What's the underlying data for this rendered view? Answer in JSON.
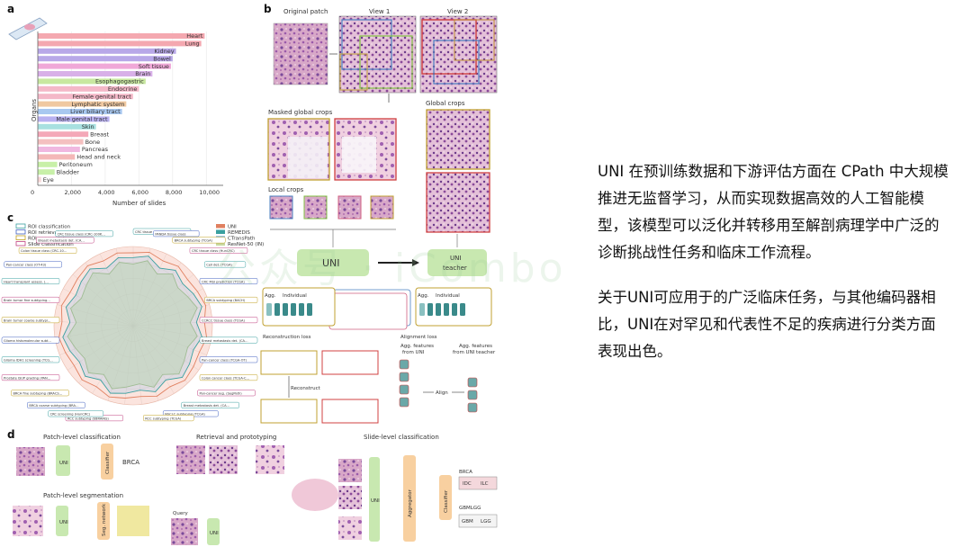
{
  "panels": {
    "a": "a",
    "b": "b",
    "c": "c",
    "d": "d"
  },
  "chart_data": {
    "type": "bar",
    "orientation": "horizontal",
    "categories": [
      "Heart",
      "Lung",
      "Kidney",
      "Bowel",
      "Soft tissue",
      "Brain",
      "Esophagogastric",
      "Endocrine",
      "Female genital tract",
      "Lymphatic system",
      "Liver biliary tract",
      "Male genital tract",
      "Skin",
      "Breast",
      "Bone",
      "Pancreas",
      "Head and neck",
      "Peritoneum",
      "Bladder",
      "Eye"
    ],
    "values": [
      9900,
      9700,
      8200,
      8000,
      7900,
      6800,
      6400,
      6000,
      5650,
      5250,
      5000,
      4250,
      3450,
      3000,
      2700,
      2500,
      2200,
      1150,
      1000,
      200
    ],
    "colors": [
      "#f4a8b0",
      "#f4a8b0",
      "#b8a8e8",
      "#b8a8e8",
      "#f0a8d8",
      "#d8b0e8",
      "#c8e8a0",
      "#f4b8c8",
      "#f4b8c8",
      "#f0c8a0",
      "#a8c8f0",
      "#b8b0f0",
      "#a8e0e0",
      "#f4a8b8",
      "#f4c0c0",
      "#f0b8e0",
      "#f4b8b8",
      "#c8f0a8",
      "#c8f0a8",
      "#f8d8d8"
    ],
    "xlabel": "Number of slides",
    "ylabel": "Organs",
    "xticks": [
      "0",
      "2,000",
      "4,000",
      "6,000",
      "8,000",
      "10,000"
    ],
    "xlim": [
      0,
      11000
    ]
  },
  "panel_b": {
    "original_patch": "Original patch",
    "view1": "View 1",
    "view2": "View 2",
    "masked_global_crops": "Masked global crops",
    "global_crops": "Global crops",
    "local_crops": "Local crops",
    "uni": "UNI",
    "uni_teacher_line1": "UNI",
    "uni_teacher_line2": "teacher",
    "agg": "Agg.",
    "individual": "Individual",
    "reconstruction_loss": "Reconstruction loss",
    "alignment_loss": "Alignment loss",
    "reconstruct": "Reconstruct",
    "agg_features_uni_l1": "Agg. features",
    "agg_features_uni_l2": "from UNI",
    "agg_features_teacher_l1": "Agg. features",
    "agg_features_teacher_l2": "from UNI teacher",
    "align": "Align"
  },
  "panel_c": {
    "legend_left": [
      "ROI classification",
      "ROI retrieval",
      "ROI segmentation",
      "Slide classification"
    ],
    "legend_left_colors": [
      "#3aa0a0",
      "#4060c0",
      "#c0a020",
      "#c04080"
    ],
    "legend_right": [
      "UNI",
      "REMEDIS",
      "CTransPath",
      "ResNet-50 (IN)"
    ],
    "legend_right_colors": [
      "#e08060",
      "#3aa0a0",
      "#a0c8e8",
      "#c8d8a0"
    ],
    "tasks": [
      "CRC tissue class (CRC-100K)",
      "PANDA tissue class",
      "BRCA subtyping (TCGA)",
      "CRC tissue class (HunCRC)",
      "Cell det. (TCGA)",
      "CRC MSI prediction (TCGA)",
      "BRCA subtyping (BACH)",
      "CCRCC tissue class (TCGA)",
      "Breast metastasis det. (CAMELYON)",
      "Pan-cancer class (TCGA-OT)",
      "Colon cancer class (TCGA-CRC)",
      "Pan-cancer seg. (SegPath)",
      "Breast metastasis det. (CAMELYON16)",
      "NSCLC subtyping (TCGA)",
      "RCC subtyping (TCGA)",
      "RCC subtyping (EBRAINS)",
      "CRC screening (HunCRC)",
      "BRCA coarse subtyping (BRACS)",
      "BRCA fine subtyping (BRACS)",
      "Prostate ISUP grading (PANDA)",
      "Glioma IDH1 screening (TCGA)",
      "Glioma histomolecular subtyping (TCGA)",
      "Brain tumor coarse subtyping (EBRAINS)",
      "Brain tumor fine subtyping (EBRAINS)",
      "Heart transplant assess. (BWH-EMB)",
      "Pan-cancer class (OT-43)",
      "Colon tissue class (CRC-100K)",
      "Breast metastasis det. (CAMELYON17)",
      "CRC tissue class (CRC-100K-NONORM)"
    ]
  },
  "panel_d": {
    "patch_level_classification": "Patch-level classification",
    "patch_level_segmentation": "Patch-level segmentation",
    "retrieval_and_prototyping": "Retrieval and prototyping",
    "slide_level_classification": "Slide-level classification",
    "uni": "UNI",
    "classifier": "Classifier",
    "seg_network": "Seg. network",
    "aggregator": "Aggregator",
    "brca_output": "BRCA",
    "query": "Query",
    "brca": "BRCA",
    "idc": "IDC",
    "ilc": "ILC",
    "gbmlgg": "GBMLGG",
    "gbm": "GBM",
    "lgg": "LGG"
  },
  "text": {
    "para1": "UNI 在预训练数据和下游评估方面在 CPath 中大规模推进无监督学习，从而实现数据高效的人工智能模型，该模型可以泛化并转移用至解剖病理学中广泛的诊断挑战性任务和临床工作流程。",
    "para2": "关于UNI可应用于的广泛临床任务，与其他编码器相比，UNI在对罕见和代表性不足的疾病进行分类方面表现出色。"
  },
  "watermark": "公众号 · iCombo"
}
